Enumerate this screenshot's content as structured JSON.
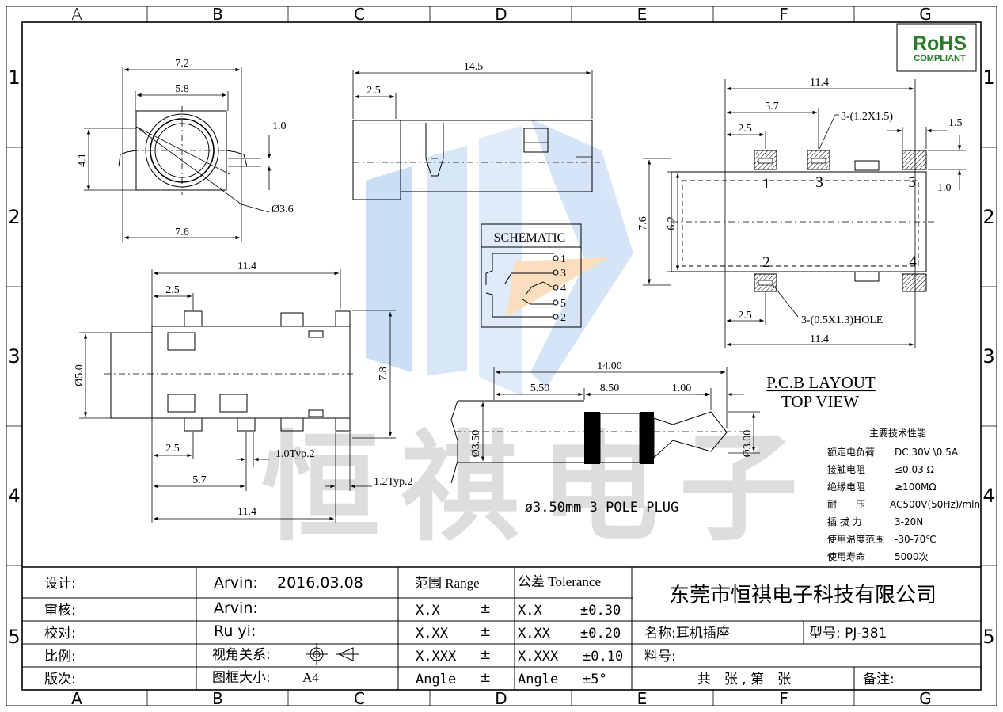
{
  "frame": {
    "cols": [
      "A",
      "B",
      "C",
      "D",
      "E",
      "F",
      "G"
    ],
    "rows": [
      "1",
      "2",
      "3",
      "4",
      "5"
    ]
  },
  "rohs": {
    "line1": "RoHS",
    "line2": "COMPLIANT"
  },
  "front_view": {
    "d_top1": "7.2",
    "d_top2": "5.8",
    "d_h": "4.1",
    "d_pin": "1.0",
    "d_dia": "Ø3.6",
    "d_bot": "7.6"
  },
  "side_view": {
    "d_len": "14.5",
    "d_front": "2.5"
  },
  "top_view": {
    "d_len": "11.4",
    "d_pin": "2.5",
    "d_dia": "Ø5.0",
    "d_h": "7.8",
    "d_b1": "2.5",
    "d_typ1": "1.0Typ.2",
    "d_b2": "5.7",
    "d_typ2": "1.2Typ.2",
    "d_b3": "11.4"
  },
  "schematic": {
    "title": "SCHEMATIC",
    "pins": [
      "1",
      "3",
      "4",
      "5",
      "2"
    ]
  },
  "pcb": {
    "d_top": "11.4",
    "d_mid": "5.7",
    "d_slot": "3-(1.2X1.5)",
    "d_left": "2.5",
    "d_right": "1.5",
    "d_pad": "1.0",
    "d_h1": "7.6",
    "d_h2": "6.2",
    "pins_top": [
      "1",
      "3",
      "5"
    ],
    "pins_bot": [
      "2",
      "4"
    ],
    "d_hole": "3-(0.5X1.3)HOLE",
    "d_b1": "2.5",
    "d_b2": "11.4",
    "caption1": "P.C.B LAYOUT",
    "caption2": "TOP VIEW"
  },
  "plug": {
    "d_total": "14.00",
    "d_a": "5.50",
    "d_b": "8.50",
    "d_c": "1.00",
    "d_dia1": "Ø3.50",
    "d_dia2": "Ø3.00",
    "caption": "ø3.50mm 3 POLE PLUG"
  },
  "specs": {
    "title": "主要技术性能",
    "rows": [
      {
        "k": "额定电负荷",
        "v": "DC 30V \\0.5A"
      },
      {
        "k": "接触电阻",
        "v": "≤0.03 Ω"
      },
      {
        "k": "绝缘电阻",
        "v": "≥100MΩ"
      },
      {
        "k": "耐　　压",
        "v": "AC500V(50Hz)/mln"
      },
      {
        "k": "插 拔 力",
        "v": "3-20N"
      },
      {
        "k": "使用温度范围",
        "v": "-30-70℃"
      },
      {
        "k": "使用寿命",
        "v": "5000次"
      }
    ]
  },
  "watermark": "恒祺电子",
  "title_block": {
    "design_label": "设计:",
    "design_val": "Arvin:",
    "design_date": "2016.03.08",
    "review_label": "审核:",
    "review_val": "Arvin:",
    "check_label": "校对:",
    "check_val": "Ru yi:",
    "scale_label": "比例:",
    "view_label": "视角关系:",
    "version_label": "版次:",
    "frame_label": "图框大小:",
    "frame_val": "A4",
    "range_header": "范围 Range",
    "tol_header": "公差 Tolerance",
    "ranges": [
      "X.X",
      "X.XX",
      "X.XXX",
      "Angle"
    ],
    "pm": [
      "±",
      "±",
      "±",
      "±"
    ],
    "tol_keys": [
      "X.X",
      "X.XX",
      "X.XXX",
      "Angle"
    ],
    "tol_vals": [
      "±0.30",
      "±0.20",
      "±0.10",
      "±5°"
    ],
    "company": "东莞市恒祺电子科技有限公司",
    "name": "名称:耳机插座",
    "model": "型号: PJ-381",
    "material": "料号:",
    "sheets": "共　张 , 第　张",
    "remarks": "备注:"
  }
}
